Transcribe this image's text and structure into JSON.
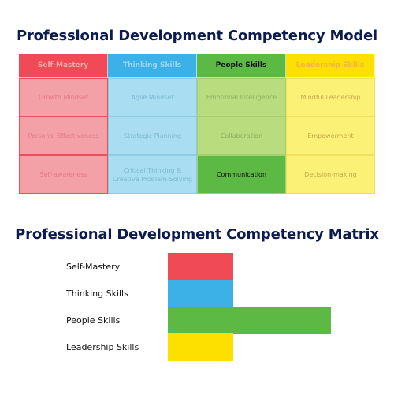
{
  "model": {
    "title": "Professional Development Competency Model",
    "columns": [
      {
        "header": "Self-Mastery",
        "color": "#ef4a55",
        "items": [
          "Growth Mindset",
          "Personal Effectiveness",
          "Self-awareness"
        ]
      },
      {
        "header": "Thinking Skills",
        "color": "#3bb1e8",
        "items": [
          "Agile Mindset",
          "Strategic Planning",
          "Critical Thinking &\nCreative Problem-Solving"
        ]
      },
      {
        "header": "People Skills",
        "color": "#5cb944",
        "items": [
          "Emotional Intelligence",
          "Collaboration",
          "Communication"
        ],
        "highlighted_item": "Communication"
      },
      {
        "header": "Leadership Skills",
        "color": "#fde000",
        "items": [
          "Mindful Leadership",
          "Empowerment",
          "Decision-making"
        ]
      }
    ]
  },
  "matrix": {
    "title": "Professional Development Competency Matrix"
  },
  "chart_data": {
    "type": "bar",
    "orientation": "horizontal",
    "categories": [
      "Self-Mastery",
      "Thinking Skills",
      "People Skills",
      "Leadership Skills"
    ],
    "values": [
      2,
      2,
      5,
      2
    ],
    "colors": [
      "#ef4a55",
      "#3bb1e8",
      "#5cb944",
      "#fde000"
    ],
    "xlim": [
      0,
      5
    ],
    "grid": false,
    "legend": "none"
  }
}
